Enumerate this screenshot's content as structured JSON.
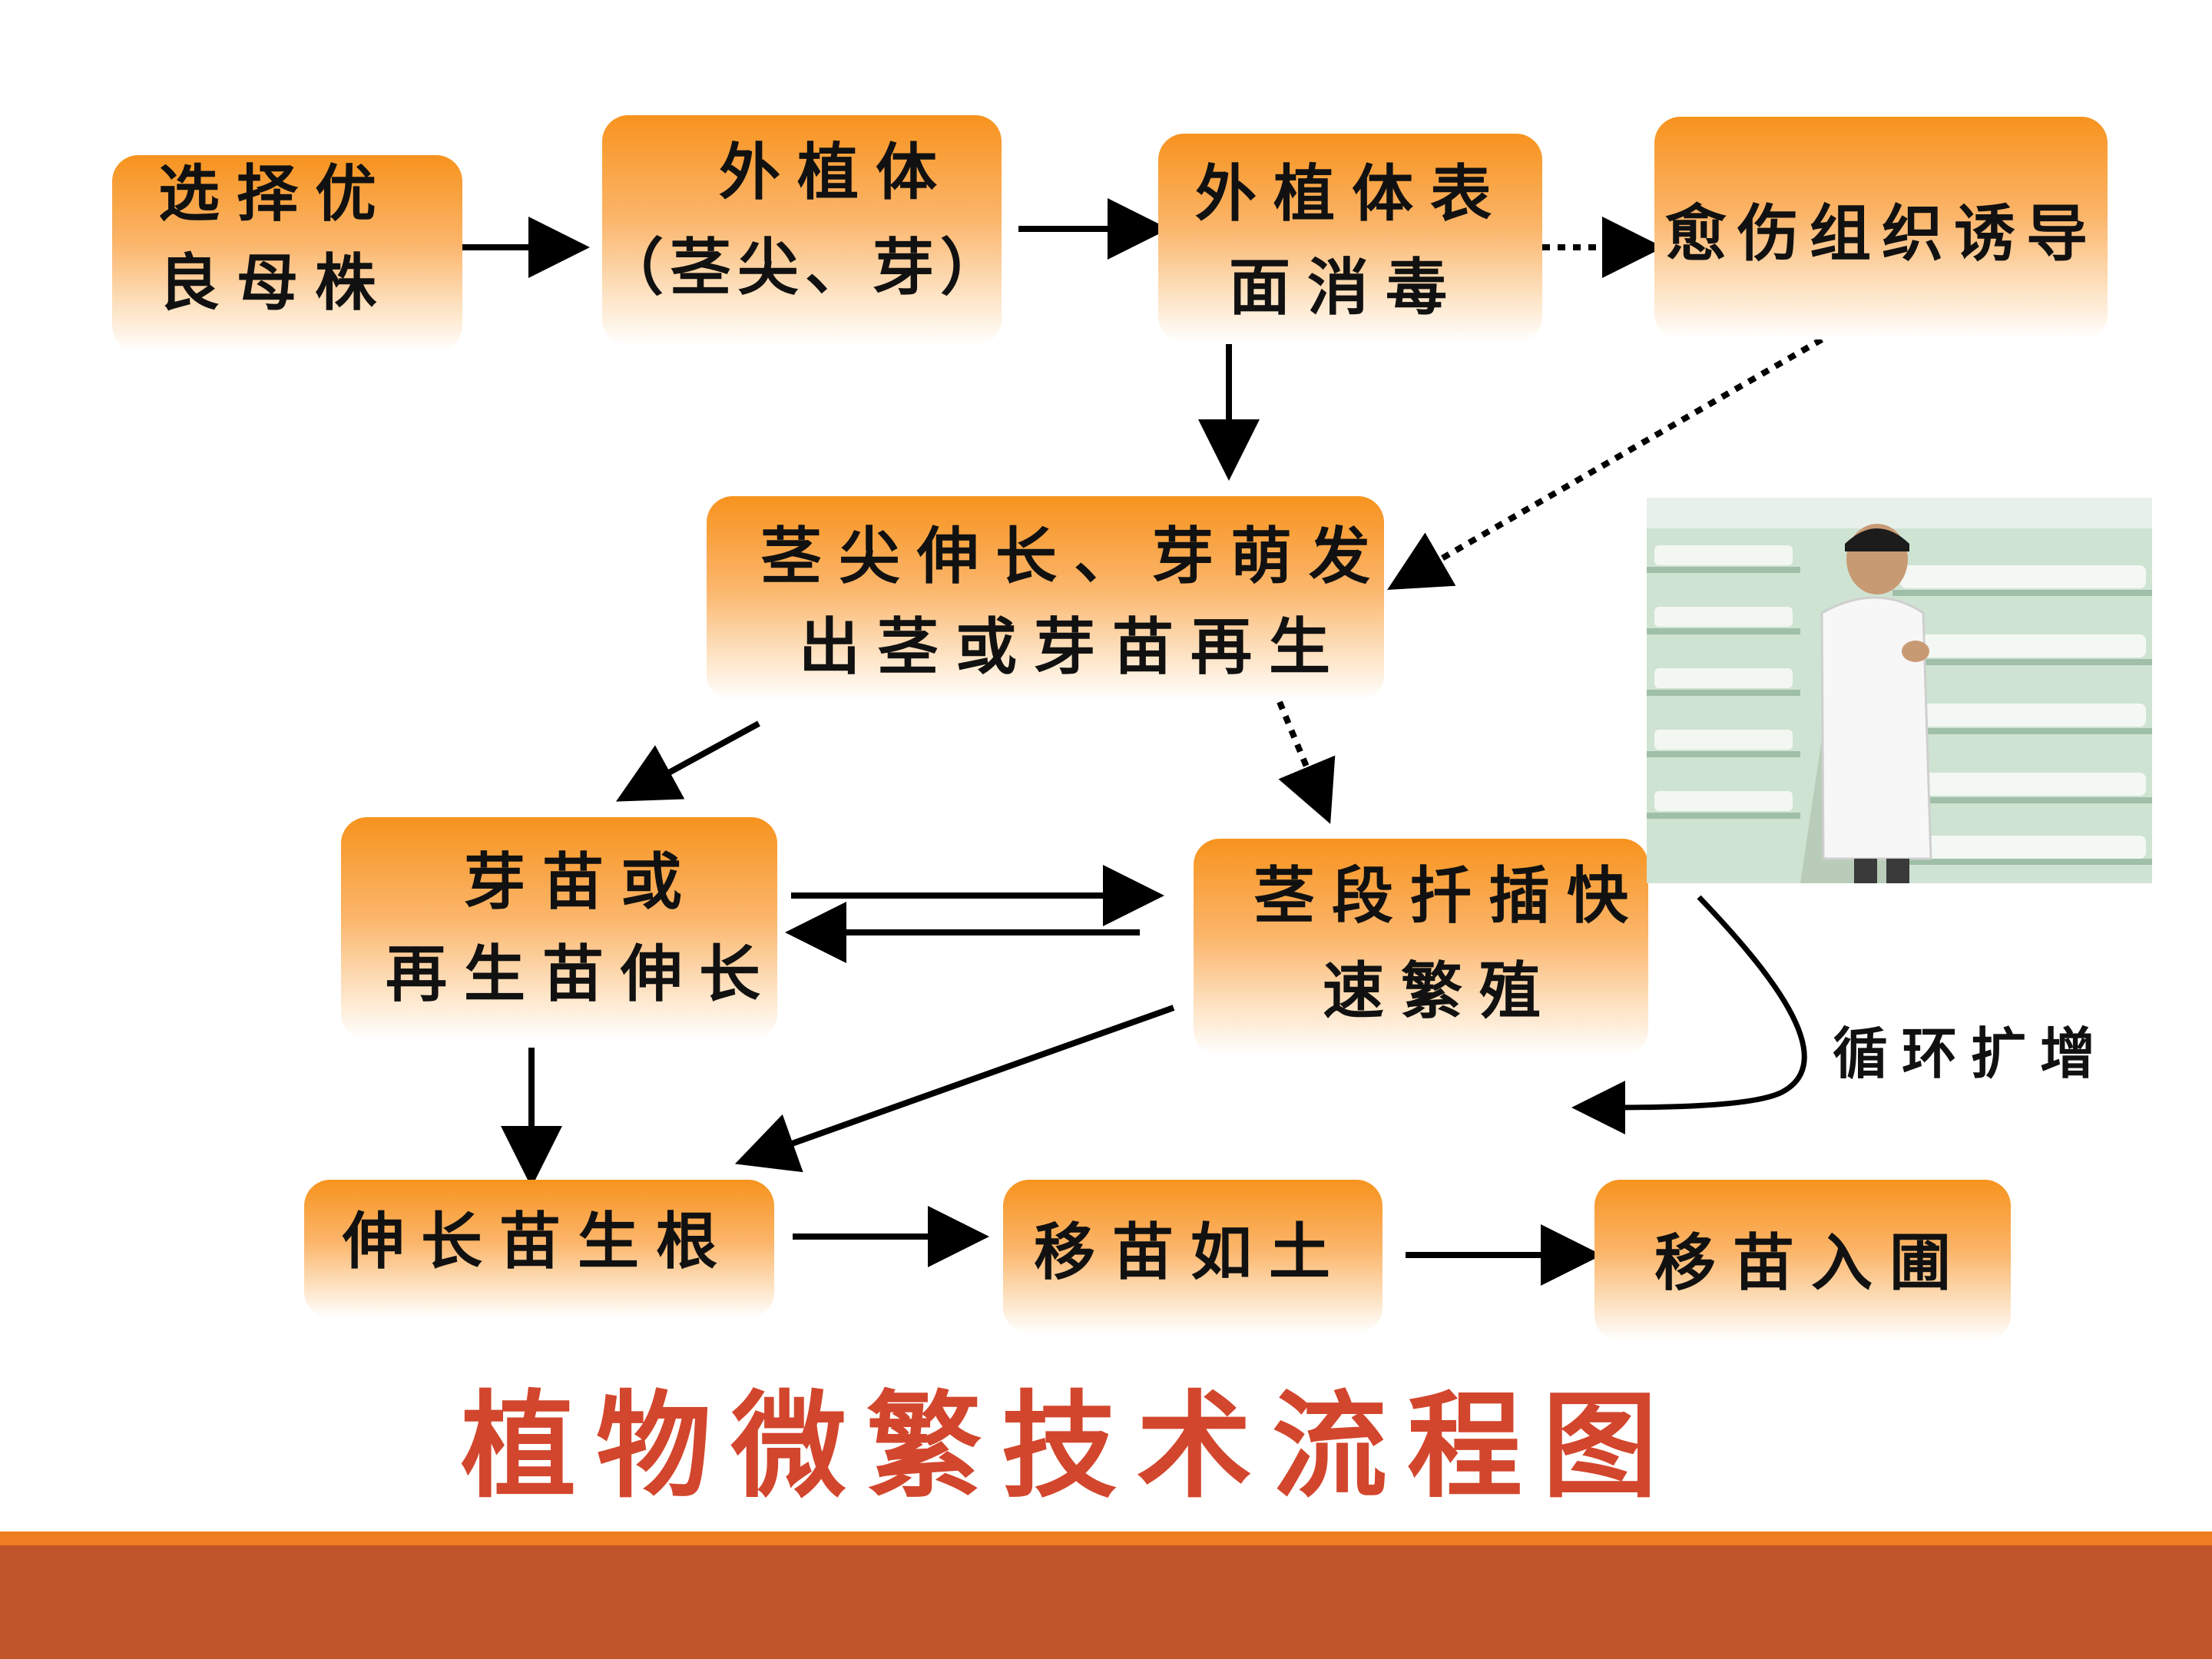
{
  "diagram": {
    "title": "植物微繁技术流程图",
    "nodes": {
      "select_mother": {
        "line1": "选择优",
        "line2": "良母株"
      },
      "explant": {
        "line1": "外植体",
        "line2": "（茎尖、芽）"
      },
      "sterilize": {
        "line1": "外植体表",
        "line2": "面消毒"
      },
      "callus": {
        "line1": "愈伤组织诱导"
      },
      "shoot_growth": {
        "line1": "茎尖伸长、芽萌发",
        "line2": "出茎或芽苗再生"
      },
      "seedling_elongation": {
        "line1": "芽苗或",
        "line2": "再生苗伸长"
      },
      "cutting": {
        "line1": "茎段扦插快",
        "line2": "速繁殖"
      },
      "rooting": {
        "line1": "伸长苗生根"
      },
      "transplant_soil": {
        "line1": "移苗如土"
      },
      "transplant_garden": {
        "line1": "移苗入圃"
      }
    },
    "loop_label": "循环扩增"
  },
  "colors": {
    "box_top": "#f7931e",
    "title_red": "#d2462d",
    "band_orange": "#ee7d22",
    "band_rust": "#bf542b"
  },
  "photo": {
    "icon": "lab-worker-photo"
  }
}
